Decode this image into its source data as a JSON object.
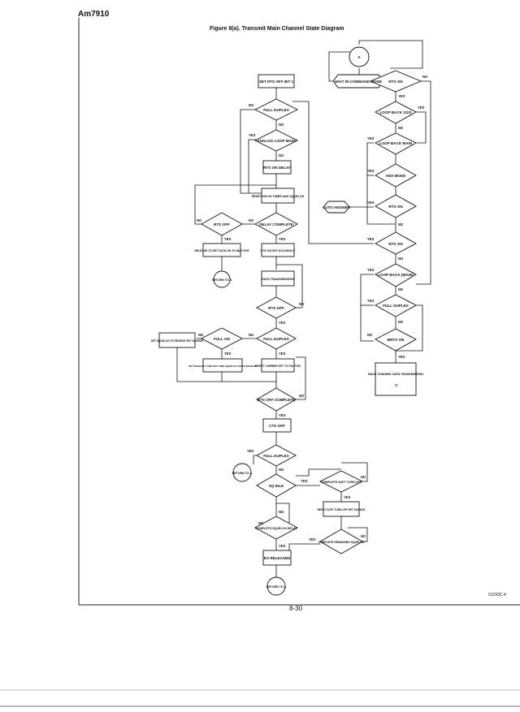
{
  "header": {
    "doc_id": "Am7910",
    "figure_title": "Figure 8(a). Transmit Main Channel State Diagram",
    "page_number": "8-30",
    "figure_code": "01293C-4"
  },
  "diagram": {
    "connector_top": "A",
    "connector_bottom": "C",
    "wait_node": "WAIT IN COMMAND MODE",
    "right_column": {
      "rts_on_top": "RTS ON",
      "loop_back": "LOOP BACK 1/2/3",
      "loop_back_main": "LOOP BACK MAIN",
      "answer_mode": "ANS MODE",
      "rts_on_mid": "RTS ON",
      "auto_answer": "AUTO ANSWER",
      "rts_on_low": "RTS ON",
      "loop_back_last": "LOOP BACK (MAIN)",
      "full_duplex": "FULL DUPLEX",
      "brts_on": "BRTS ON",
      "back_channel": "BACK CHANNEL DATA TRANSMISSION"
    },
    "left_column": {
      "set_rts": "SET RTS OFF BIT 1",
      "full_duplex_1": "FULL DUPLEX",
      "analog_loop": "ANALOG LOOP MAIN",
      "rts_on_box": "RTS ON DELAY",
      "reset_timer": "RESET DELAY TIMER AND SQUELCH",
      "rts_off_1": "RTS OFF",
      "delay_complete": "DELAY COMPLETE",
      "release": "RELEASE TO SET DATA ON TO INACTIVE",
      "return_1": "RETURN TO A",
      "cts_on": "CTS ON SET ACCURACY",
      "data_tx": "DATA TRANSMISSION",
      "rts_off_2": "RTS OFF",
      "full_duplex_2": "FULL DUPLEX",
      "full_on": "FULL ON",
      "set_squelch": "SET SQUELCH TO RECEIVE SET SILENCE",
      "turn_off": "SET RECEIVE TURN OFF TIME SQUELCH ON TO RECEIVE",
      "delay_reset": "RESET CARRIER SET TO FACTOR",
      "rts_on_complete": "RTS OFF COMPLETE",
      "cts_off": "CTS OFF",
      "full_duplex_3": "FULL DUPLEX",
      "return_2": "RETURN TO A",
      "sq_idle": "SQ IDLE",
      "complete_turn_off": "COMPLETE SOFT TURN OFF",
      "reset_turn_off": "RESET SOFT TURN OFF SET SILENCE",
      "complete_squelch": "COMPLETE SQUELCH DELAY",
      "complete_remaining": "COMPLETE REMAINING SQUELCH",
      "cs_released": "RS RELEASED",
      "return_3": "RETURN TO A"
    },
    "branch_yes": "YES",
    "branch_no": "NO"
  }
}
